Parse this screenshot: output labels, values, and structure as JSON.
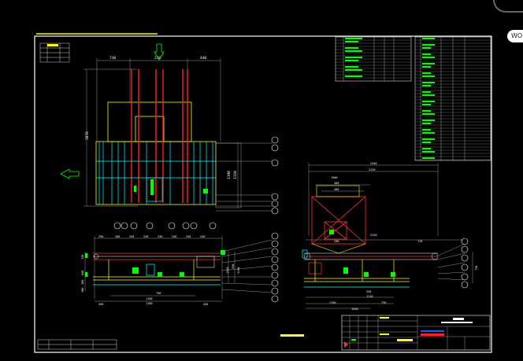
{
  "tab_label": "WO",
  "colors": {
    "background": "#000000",
    "frame": "#ffffff",
    "structure_cyan": "#00ffff",
    "frame_yellow": "#ffff00",
    "column_red": "#ff2020",
    "label_green": "#00ff00",
    "dimension_gray": "#bbbbbb",
    "balloon_white": "#ffffff",
    "hopper_red": "#ff3030"
  },
  "dimensions": {
    "top_view_top": [
      "730",
      "230",
      "440"
    ],
    "top_view_left": "3870",
    "top_view_right": [
      "1190",
      "1110"
    ],
    "front_view_top": [
      "290",
      "260",
      "250",
      "250",
      "250",
      "250",
      "250",
      "250"
    ],
    "front_view_bottom": [
      "750",
      "1100",
      "1160"
    ],
    "front_view_bottom_edges": [
      "260",
      "450"
    ],
    "front_view_left": [
      "130",
      "640",
      "160",
      "180"
    ],
    "front_view_right": [
      "1110",
      "350",
      "1110"
    ],
    "side_view_top": [
      "2440",
      "2220",
      "1500",
      "260",
      "400"
    ],
    "side_view_mid": [
      "2220",
      "250",
      "170"
    ],
    "side_view_bottom": [
      "250",
      "1120",
      "1190",
      "730",
      "1640"
    ],
    "side_view_right": "750"
  }
}
